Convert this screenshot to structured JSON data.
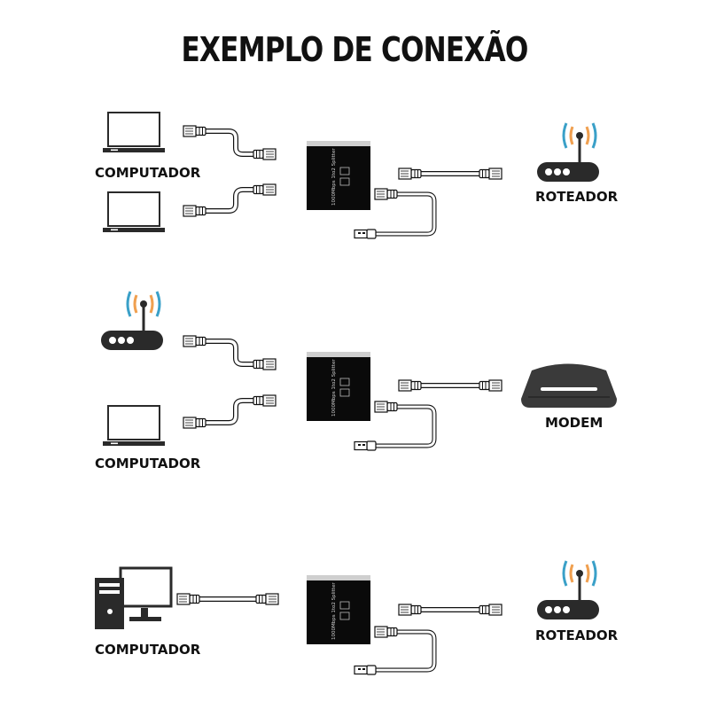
{
  "title": "EXEMPLO DE CONEXÃO",
  "splitter_text": "1000Mbps 1to2 Splitter",
  "labels": {
    "computador": "COMPUTADOR",
    "roteador": "ROTEADOR",
    "modem": "MODEM"
  },
  "colors": {
    "wifi_orange": "#f0a050",
    "wifi_blue": "#3aa0c8",
    "device_dark": "#2a2a2a",
    "splitter_black": "#0a0a0a",
    "cable_grey": "#bdbdbd"
  },
  "rows": [
    {
      "left_devices": [
        "laptop",
        "laptop"
      ],
      "right_device": "router",
      "left_label": "COMPUTADOR",
      "right_label": "ROTEADOR"
    },
    {
      "left_devices": [
        "router",
        "laptop"
      ],
      "right_device": "modem",
      "left_label": "COMPUTADOR",
      "right_label": "MODEM"
    },
    {
      "left_devices": [
        "desktop"
      ],
      "right_device": "router",
      "left_label": "COMPUTADOR",
      "right_label": "ROTEADOR"
    }
  ]
}
